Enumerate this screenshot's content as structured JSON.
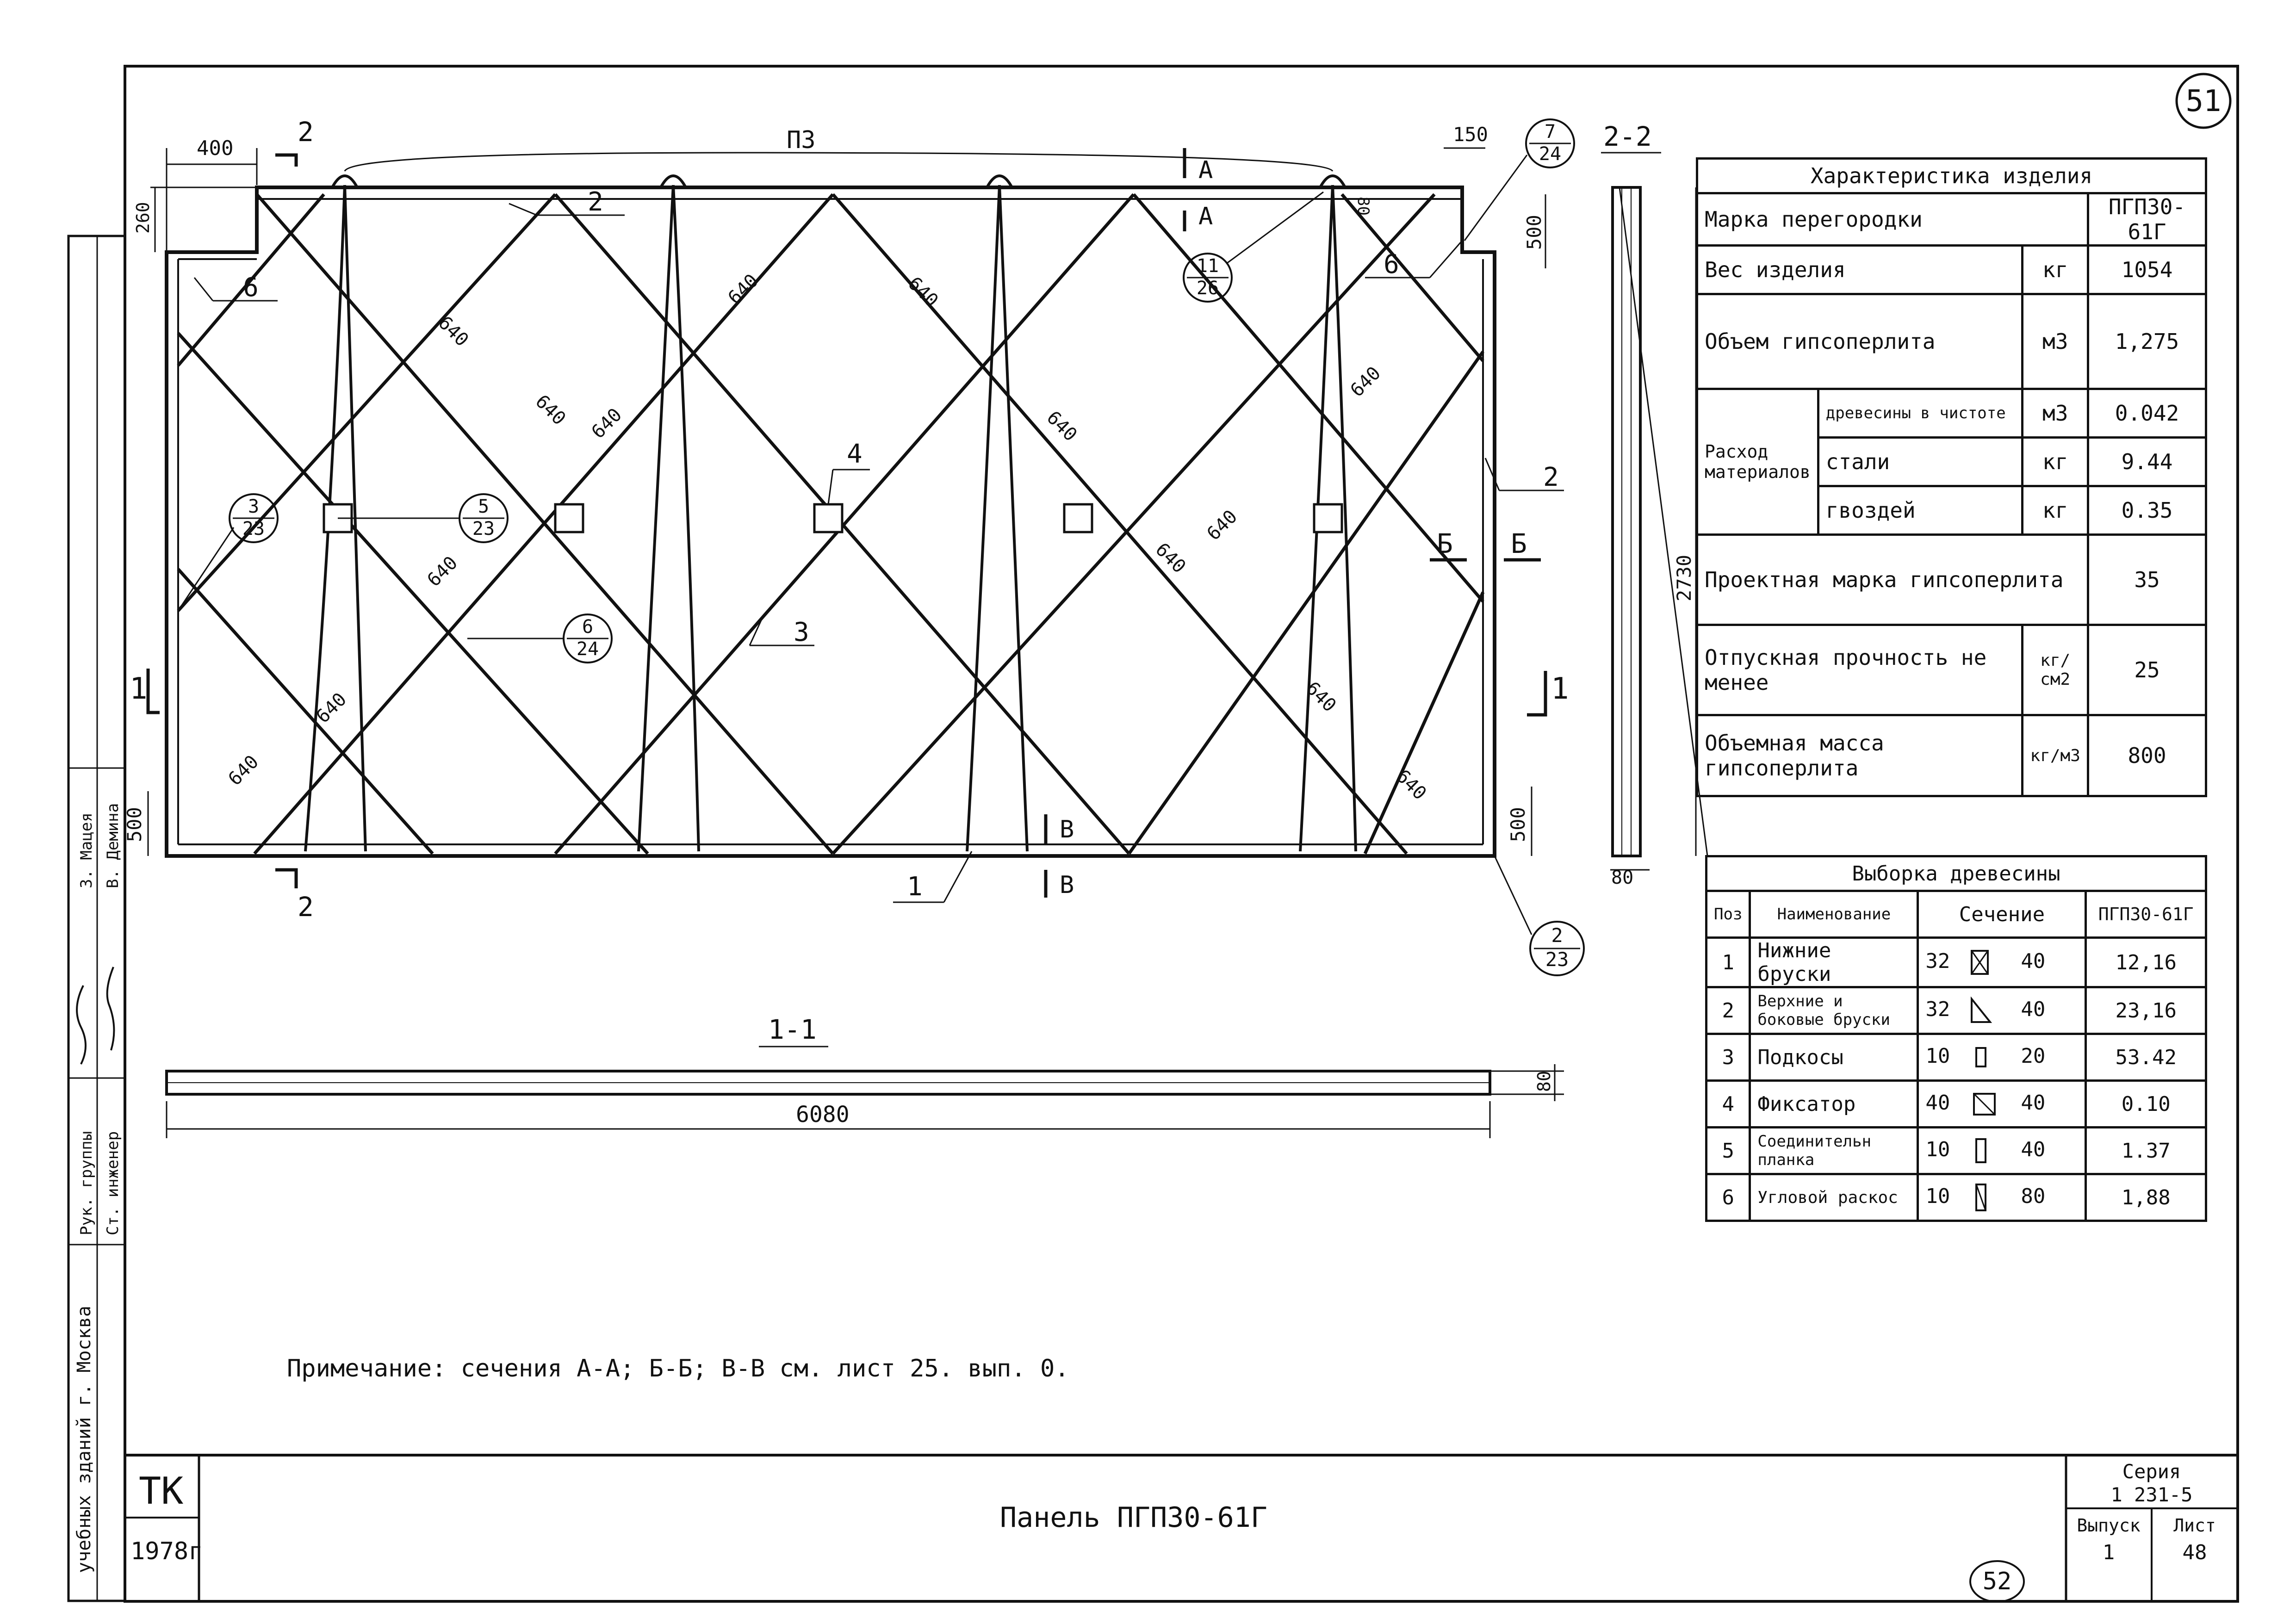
{
  "page_number": "51",
  "page_number_bottom": "52",
  "section_labels": {
    "section_1_1": "1-1",
    "section_2_2": "2-2"
  },
  "drawing": {
    "marks": {
      "top": "П3",
      "cut_2_top": "2",
      "cut_2_bottom": "2",
      "cut_A_top": "А",
      "cut_A_bottom": "А",
      "cut_1_left": "1",
      "cut_1_right": "1",
      "cut_B_left": "Б",
      "cut_B_right": "Б",
      "cut_V_top": "В",
      "cut_V_bottom": "В"
    },
    "dims": {
      "d400": "400",
      "d260": "260",
      "d150": "150",
      "d80top": "80",
      "d500tr": "500",
      "d500l": "500",
      "d500r": "500",
      "d2730": "2730",
      "d80": "80",
      "d6080": "6080",
      "d80sec": "80"
    },
    "diagonal_label": "640",
    "positions": [
      "1",
      "2",
      "3",
      "4",
      "6",
      "6"
    ],
    "callouts": [
      {
        "num": "7",
        "den": "24"
      },
      {
        "num": "11",
        "den": "26"
      },
      {
        "num": "3",
        "den": "23"
      },
      {
        "num": "5",
        "den": "23"
      },
      {
        "num": "6",
        "den": "24"
      },
      {
        "num": "2",
        "den": "23"
      }
    ]
  },
  "characteristics": {
    "title": "Характеристика изделия",
    "mark_label": "Марка перегородки",
    "mark_value": "ПГП30-61Г",
    "weight_label": "Вес изделия",
    "weight_unit": "кг",
    "weight_value": "1054",
    "volume_label": "Объем гипсоперлита",
    "volume_unit": "м3",
    "volume_value": "1,275",
    "consumption_label": "Расход материалов",
    "wood_label": "древесины в чистоте",
    "wood_unit": "м3",
    "wood_value": "0.042",
    "steel_label": "стали",
    "steel_unit": "кг",
    "steel_value": "9.44",
    "nails_label": "гвоздей",
    "nails_unit": "кг",
    "nails_value": "0.35",
    "grade_label": "Проектная марка гипсоперлита",
    "grade_value": "35",
    "strength_label": "Отпускная прочность не менее",
    "strength_unit": "кг/см2",
    "strength_value": "25",
    "density_label": "Объемная масса гипсоперлита",
    "density_unit": "кг/м3",
    "density_value": "800"
  },
  "wood_selection": {
    "title": "Выборка древесины",
    "headers": [
      "Поз",
      "Наименование",
      "Сечение",
      "ПГП30-61Г"
    ],
    "rows": [
      {
        "pos": "1",
        "name": "Нижние бруски",
        "sec_a": "32",
        "sec_b": "40",
        "value": "12,16"
      },
      {
        "pos": "2",
        "name": "Верхние и боковые бруски",
        "sec_a": "32",
        "sec_b": "40",
        "value": "23,16"
      },
      {
        "pos": "3",
        "name": "Подкосы",
        "sec_a": "10",
        "sec_b": "20",
        "value": "53.42"
      },
      {
        "pos": "4",
        "name": "Фиксатор",
        "sec_a": "40",
        "sec_b": "40",
        "value": "0.10"
      },
      {
        "pos": "5",
        "name": "Соединительн планка",
        "sec_a": "10",
        "sec_b": "40",
        "value": "1.37"
      },
      {
        "pos": "6",
        "name": "Угловой раскос",
        "sec_a": "10",
        "sec_b": "80",
        "value": "1,88"
      }
    ]
  },
  "note": "Примечание: сечения А-А; Б-Б; В-В см. лист 25. вып. 0.",
  "left_strip": {
    "org": "учебных зданий г. Москва",
    "role1": "Рук. группы",
    "role2": "Ст. инженер",
    "name1": "З. Мацея",
    "name2": "В. Демина"
  },
  "title_block": {
    "org_code": "ТК",
    "year": "1978г",
    "title": "Панель ПГП30-61Г",
    "series_label": "Серия",
    "series_value": "1 231-5",
    "issue_label": "Выпуск",
    "issue_value": "1",
    "sheet_label": "Лист",
    "sheet_value": "48"
  }
}
